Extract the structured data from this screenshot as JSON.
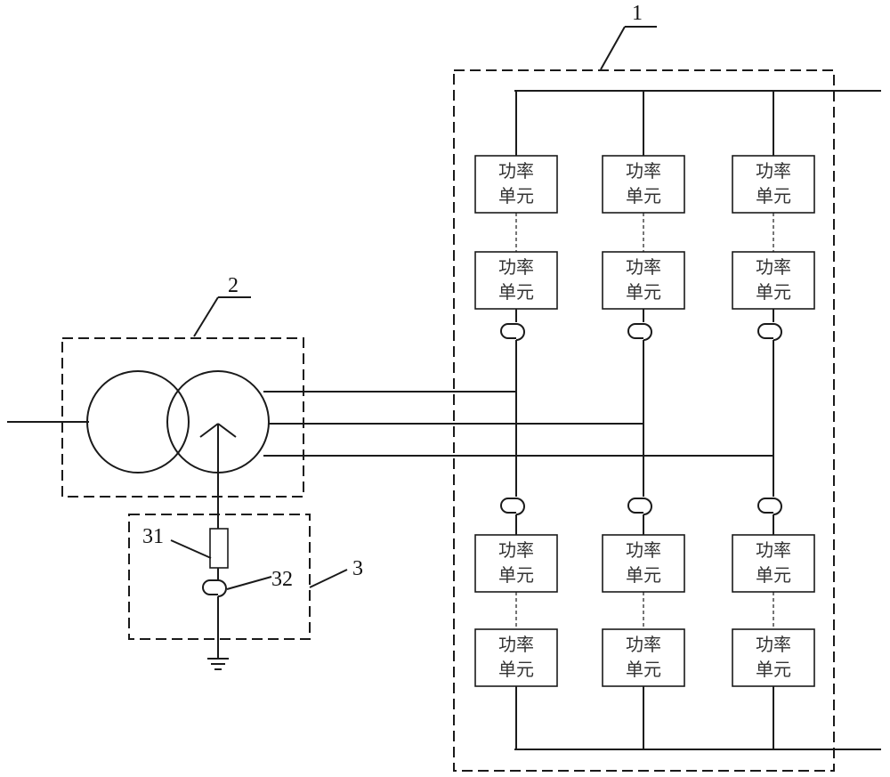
{
  "labels": {
    "converter": "1",
    "transformer": "2",
    "grounding": "3",
    "resistor": "31",
    "inductor": "32"
  },
  "unit_label": {
    "line1": "功率",
    "line2": "单元"
  },
  "colors": {
    "line": "#1a1a1a",
    "unit_text": "#333333",
    "background": "#ffffff"
  }
}
